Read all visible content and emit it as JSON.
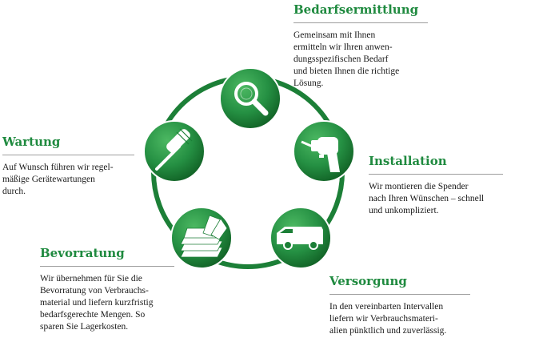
{
  "colors": {
    "accent_green": "#1f8a3f",
    "ring_green": "#1c7f37",
    "circle_dark": "#0f5c22",
    "circle_light": "#49b45e"
  },
  "steps": [
    {
      "icon": "magnifier-icon",
      "title": "Bedarfsermittlung",
      "lines": [
        "Gemeinsam mit Ihnen",
        "ermitteln wir Ihren anwen-",
        "dungsspezifischen Bedarf",
        "und bieten Ihnen die richtige",
        "Lösung."
      ]
    },
    {
      "icon": "drill-icon",
      "title": "Installation",
      "lines": [
        "Wir montieren die Spender",
        "nach Ihren Wünschen – schnell",
        "und unkompliziert."
      ]
    },
    {
      "icon": "van-icon",
      "title": "Versorgung",
      "lines": [
        "In den vereinbarten Intervallen",
        "liefern wir Verbrauchsmateri-",
        "alien pünktlich und zuverlässig."
      ]
    },
    {
      "icon": "paper-stack-icon",
      "title": "Bevorratung",
      "lines": [
        "Wir übernehmen für Sie die",
        "Bevorratung von Verbrauchs-",
        "material und liefern kurzfristig",
        "bedarfsgerechte Mengen. So",
        "sparen Sie Lagerkosten."
      ]
    },
    {
      "icon": "screwdriver-icon",
      "title": "Wartung",
      "lines": [
        "Auf Wunsch führen wir regel-",
        "mäßige Gerätewartungen",
        "durch."
      ]
    }
  ]
}
